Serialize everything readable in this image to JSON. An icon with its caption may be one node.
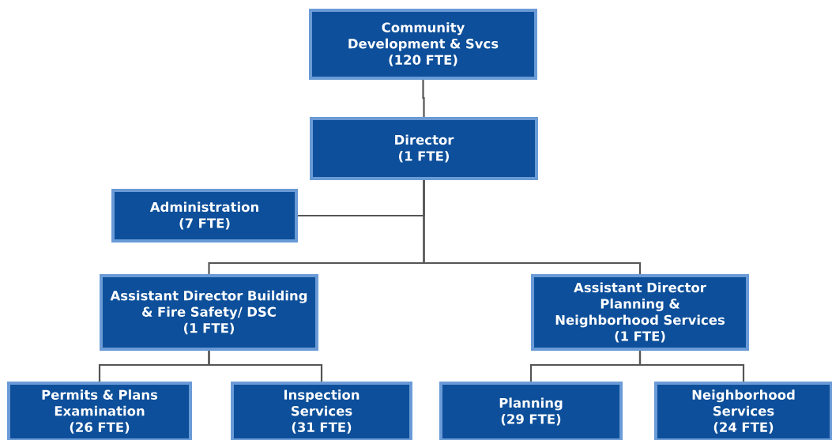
{
  "diagram": {
    "nodes": [
      {
        "text": [
          "Community Development & Svcs",
          "(120 FTE)"
        ]
      },
      {
        "text": [
          "Director",
          "(1 FTE)"
        ]
      },
      {
        "text": [
          "Administration",
          "(7 FTE)"
        ]
      },
      {
        "text": [
          "Assistant Director Building & Fire Safety/ DSC",
          "(1 FTE)"
        ]
      },
      {
        "text": [
          "Assistant Director Planning & Neighborhood Services",
          "(1 FTE)"
        ]
      },
      {
        "text": [
          "Permits & Plans Examination",
          "(26 FTE)"
        ]
      },
      {
        "text": [
          "Inspection Services",
          "(31 FTE)"
        ]
      },
      {
        "text": [
          "Planning",
          "(29 FTE)"
        ]
      },
      {
        "text": [
          "Neighborhood Services",
          "(24 FTE)"
        ]
      }
    ],
    "edges": [
      {
        "from": 0,
        "to": 1,
        "arrow": "none"
      },
      {
        "from": 1,
        "to": 2,
        "arrow": "none"
      },
      {
        "from": 1,
        "to": 3,
        "arrow": "none"
      },
      {
        "from": 1,
        "to": 4,
        "arrow": "none"
      },
      {
        "from": 3,
        "to": 5,
        "arrow": "none"
      },
      {
        "from": 3,
        "to": 6,
        "arrow": "none"
      },
      {
        "from": 4,
        "to": 7,
        "arrow": "none"
      },
      {
        "from": 4,
        "to": 8,
        "arrow": "none"
      }
    ]
  }
}
